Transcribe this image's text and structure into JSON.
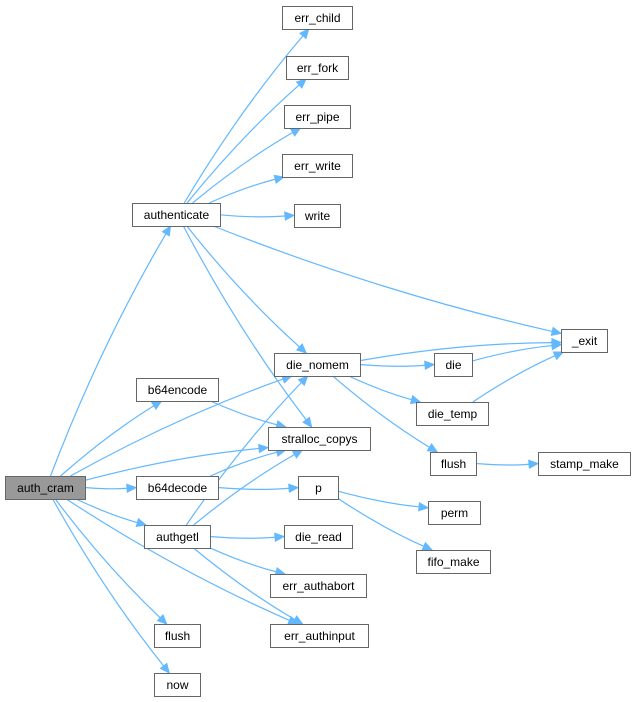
{
  "colors": {
    "edge": "#63b8ff",
    "node_border": "#666666",
    "root_fill": "#999999",
    "node_fill": "#ffffff"
  },
  "nodes": [
    {
      "id": "auth_cram",
      "label": "auth_cram",
      "root": true
    },
    {
      "id": "authenticate",
      "label": "authenticate"
    },
    {
      "id": "err_child",
      "label": "err_child"
    },
    {
      "id": "err_fork",
      "label": "err_fork"
    },
    {
      "id": "err_pipe",
      "label": "err_pipe"
    },
    {
      "id": "err_write",
      "label": "err_write"
    },
    {
      "id": "write",
      "label": "write"
    },
    {
      "id": "_exit",
      "label": "_exit"
    },
    {
      "id": "die_nomem",
      "label": "die_nomem"
    },
    {
      "id": "die",
      "label": "die"
    },
    {
      "id": "die_temp",
      "label": "die_temp"
    },
    {
      "id": "flush2",
      "label": "flush"
    },
    {
      "id": "stamp_make",
      "label": "stamp_make"
    },
    {
      "id": "b64encode",
      "label": "b64encode"
    },
    {
      "id": "stralloc_copys",
      "label": "stralloc_copys"
    },
    {
      "id": "b64decode",
      "label": "b64decode"
    },
    {
      "id": "p",
      "label": "p"
    },
    {
      "id": "perm",
      "label": "perm"
    },
    {
      "id": "fifo_make",
      "label": "fifo_make"
    },
    {
      "id": "authgetl",
      "label": "authgetl"
    },
    {
      "id": "die_read",
      "label": "die_read"
    },
    {
      "id": "err_authabort",
      "label": "err_authabort"
    },
    {
      "id": "err_authinput",
      "label": "err_authinput"
    },
    {
      "id": "flush1",
      "label": "flush"
    },
    {
      "id": "now",
      "label": "now"
    }
  ],
  "edges": [
    [
      "auth_cram",
      "authenticate"
    ],
    [
      "auth_cram",
      "die_nomem"
    ],
    [
      "auth_cram",
      "b64encode"
    ],
    [
      "auth_cram",
      "stralloc_copys"
    ],
    [
      "auth_cram",
      "b64decode"
    ],
    [
      "auth_cram",
      "authgetl"
    ],
    [
      "auth_cram",
      "err_authinput"
    ],
    [
      "auth_cram",
      "flush1"
    ],
    [
      "auth_cram",
      "now"
    ],
    [
      "authenticate",
      "err_child"
    ],
    [
      "authenticate",
      "err_fork"
    ],
    [
      "authenticate",
      "err_pipe"
    ],
    [
      "authenticate",
      "err_write"
    ],
    [
      "authenticate",
      "write"
    ],
    [
      "authenticate",
      "_exit"
    ],
    [
      "authenticate",
      "die_nomem"
    ],
    [
      "authenticate",
      "stralloc_copys"
    ],
    [
      "die_nomem",
      "_exit"
    ],
    [
      "die_nomem",
      "die"
    ],
    [
      "die_nomem",
      "die_temp"
    ],
    [
      "die_nomem",
      "flush2"
    ],
    [
      "die",
      "_exit"
    ],
    [
      "die_temp",
      "_exit"
    ],
    [
      "flush2",
      "stamp_make"
    ],
    [
      "b64encode",
      "stralloc_copys"
    ],
    [
      "b64decode",
      "stralloc_copys"
    ],
    [
      "b64decode",
      "p"
    ],
    [
      "p",
      "perm"
    ],
    [
      "p",
      "fifo_make"
    ],
    [
      "authgetl",
      "die_nomem"
    ],
    [
      "authgetl",
      "stralloc_copys"
    ],
    [
      "authgetl",
      "die_read"
    ],
    [
      "authgetl",
      "err_authabort"
    ],
    [
      "authgetl",
      "err_authinput"
    ]
  ]
}
